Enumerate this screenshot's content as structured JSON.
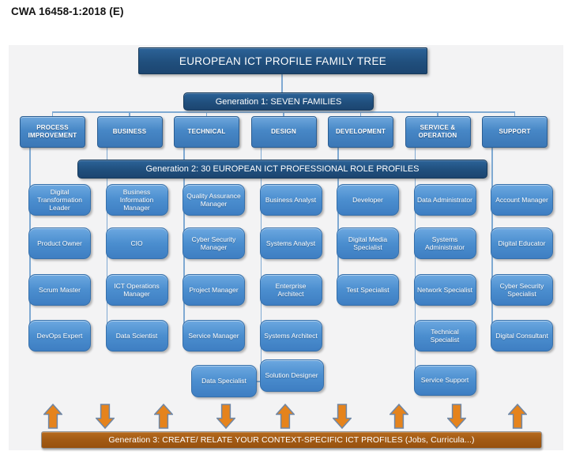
{
  "header": {
    "doc_code": "CWA 16458-1:2018 (E)"
  },
  "tree": {
    "root_label": "EUROPEAN ICT PROFILE FAMILY TREE",
    "gen1_label": "Generation 1: SEVEN FAMILIES",
    "gen2_label": "Generation 2: 30 EUROPEAN ICT PROFESSIONAL ROLE PROFILES",
    "gen3_label": "Generation 3: CREATE/ RELATE YOUR CONTEXT-SPECIFIC ICT PROFILES (Jobs, Curricula...)",
    "columns": [
      {
        "family": "PROCESS IMPROVEMENT",
        "roles": [
          "Digital Transformation Leader",
          "Product Owner",
          "Scrum Master",
          "DevOps Expert"
        ]
      },
      {
        "family": "BUSINESS",
        "roles": [
          "Business Information Manager",
          "CIO",
          "ICT Operations Manager",
          "Data Scientist"
        ]
      },
      {
        "family": "TECHNICAL",
        "roles": [
          "Quality Assurance Manager",
          "Cyber Security Manager",
          "Project Manager",
          "Service Manager"
        ]
      },
      {
        "family": "DESIGN",
        "roles": [
          "Business Analyst",
          "Systems Analyst",
          "Enterprise Architect",
          "Systems Architect",
          "Solution Designer"
        ]
      },
      {
        "family": "DEVELOPMENT",
        "roles": [
          "Developer",
          "Digital Media Specialist",
          "Test Specialist"
        ]
      },
      {
        "family": "SERVICE & OPERATION",
        "roles": [
          "Data Administrator",
          "Systems Administrator",
          "Network Specialist",
          "Technical Specialist",
          "Service Support"
        ]
      },
      {
        "family": "SUPPORT",
        "roles": [
          "Account Manager",
          "Digital Educator",
          "Cyber Security Specialist",
          "Digital Consultant"
        ]
      }
    ],
    "floating_role": "Data Specialist",
    "arrows": {
      "directions": [
        "up",
        "down",
        "up",
        "down",
        "up",
        "down",
        "up",
        "down",
        "up"
      ]
    }
  },
  "colors": {
    "banner_navy": "#1f4e79",
    "family_blue": "#4787c6",
    "role_blue": "#4b8ecf",
    "connector_blue": "#7fa9d2",
    "arrow_orange": "#e5831c",
    "arrow_border": "#6f87a6",
    "gen3_brown": "#a25a14",
    "panel_gray": "#f3f3f4"
  }
}
